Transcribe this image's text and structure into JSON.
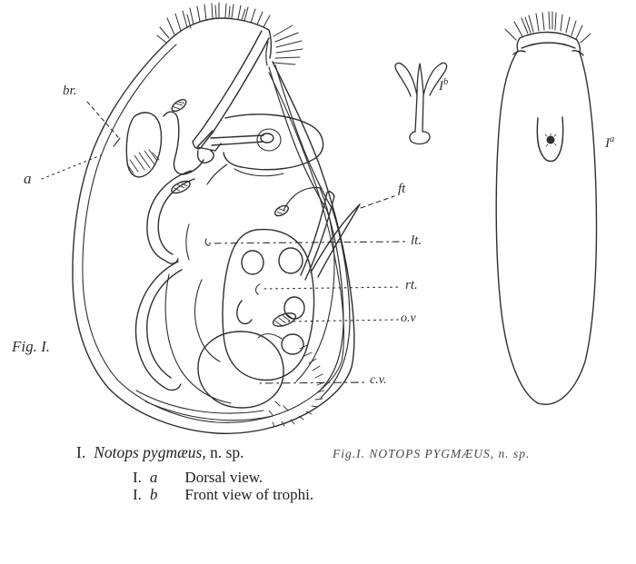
{
  "page": {
    "background": "#ffffff",
    "ink": "#2b2b2b"
  },
  "figure": {
    "anatomy_labels": {
      "br": "br.",
      "a": "a",
      "ft": "ft",
      "lt": "lt.",
      "rt": "rt.",
      "ov": "o.v",
      "cv": "c.v."
    },
    "fig_label": "Fig. I.",
    "fig1a": {
      "base": "I",
      "sup": "a"
    },
    "fig1b": {
      "base": "I",
      "sup": "b"
    }
  },
  "caption": {
    "line1": {
      "num": "I.",
      "species": "Notops pygmæus",
      "suffix": ", n. sp."
    },
    "engraved": "Fig.I. NOTOPS PYGMÆUS, n. sp.",
    "line2": {
      "num": "I.",
      "letter": "a",
      "text": "Dorsal view."
    },
    "line3": {
      "num": "I.",
      "letter": "b",
      "text": "Front view of trophi."
    }
  }
}
